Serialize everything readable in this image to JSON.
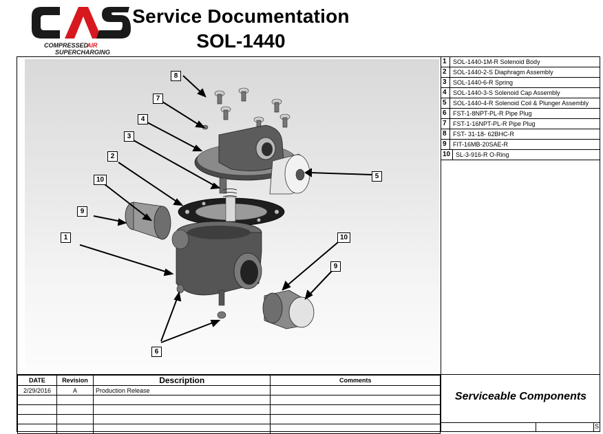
{
  "logo": {
    "letters": "CAS",
    "line1_a": "COMPRESSED",
    "line1_b": "AIR",
    "line2": "SUPERCHARGING"
  },
  "header": {
    "title": "Service Documentation",
    "part_number": "SOL-1440"
  },
  "parts_list": [
    {
      "num": "1",
      "desc": "SOL-1440-1M-R Solenoid Body"
    },
    {
      "num": "2",
      "desc": "SOL-1440-2-S Diaphragm Assembly"
    },
    {
      "num": "3",
      "desc": "SOL-1440-6-R Spring"
    },
    {
      "num": "4",
      "desc": "SOL-1440-3-S Solenoid Cap Assembly"
    },
    {
      "num": "5",
      "desc": "SOL-1440-4-R Solenoid Coil & Plunger Assembly"
    },
    {
      "num": "6",
      "desc": "FST-1-8NPT-PL-R Pipe Plug"
    },
    {
      "num": "7",
      "desc": "FST-1-16NPT-PL-R Pipe Plug"
    },
    {
      "num": "8",
      "desc": "FST- 31-18- 62BHC-R"
    },
    {
      "num": "9",
      "desc": "FIT-16MB-20SAE-R"
    },
    {
      "num": "10",
      "desc": "SL-3-916-R O-Ring"
    }
  ],
  "revision_table": {
    "headers": {
      "date": "DATE",
      "revision": "Revision",
      "description": "Description",
      "comments": "Comments"
    },
    "rows": [
      {
        "date": "2/29/2016",
        "revision": "A",
        "description": "Production Release",
        "comments": ""
      }
    ]
  },
  "title_block": {
    "label": "Serviceable Components",
    "corner": "S"
  },
  "callouts": [
    "8",
    "7",
    "4",
    "3",
    "2",
    "10",
    "9",
    "1",
    "5",
    "10",
    "9",
    "6"
  ],
  "colors": {
    "logo_black": "#1a1a1a",
    "logo_red": "#d7191f",
    "part_dark": "#3a3a3a",
    "part_mid": "#6e6e6e",
    "part_light": "#bdbdbd"
  }
}
